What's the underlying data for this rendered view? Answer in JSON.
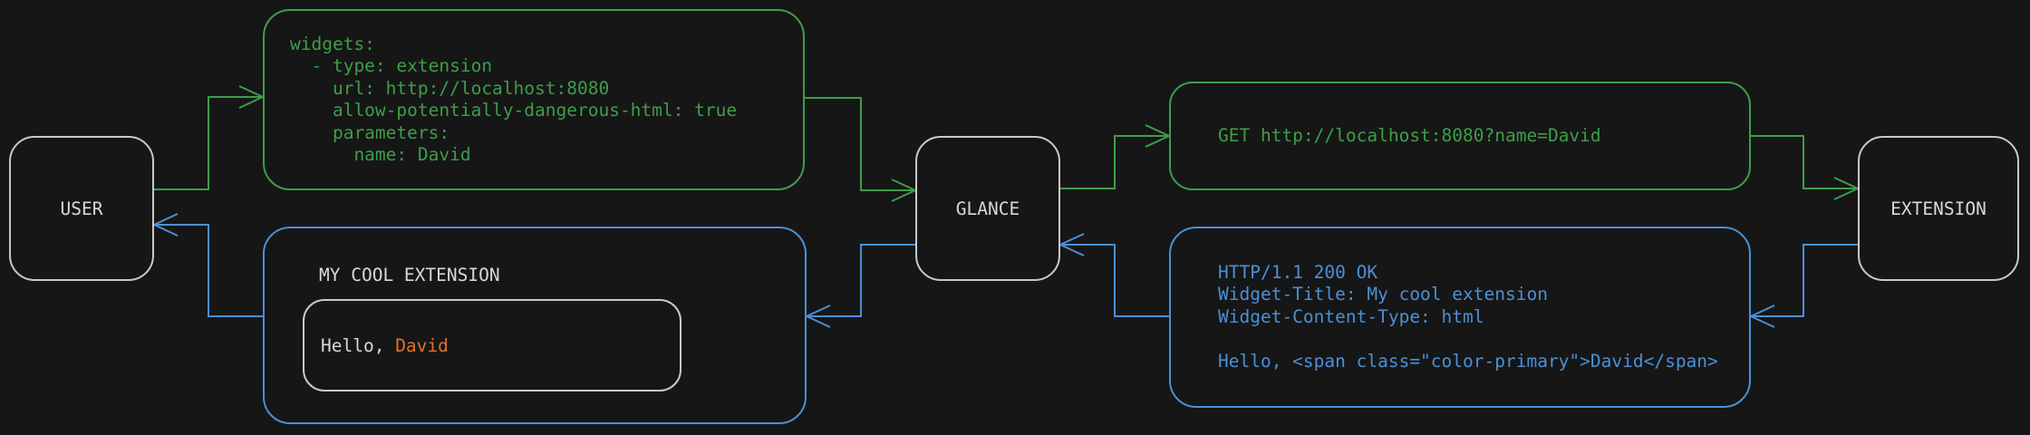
{
  "palette": {
    "background": "#161616",
    "green": "#3d9e49",
    "blue": "#4b90d5",
    "orange": "#e2712a",
    "node_border": "#c9c9c9",
    "text_light": "#d8d8d8"
  },
  "nodes": {
    "user": {
      "label": "USER"
    },
    "glance": {
      "label": "GLANCE"
    },
    "extension": {
      "label": "EXTENSION"
    }
  },
  "config_box": {
    "lines": [
      "widgets:",
      "  - type: extension",
      "    url: http://localhost:8080",
      "    allow-potentially-dangerous-html: true",
      "    parameters:",
      "      name: David"
    ]
  },
  "request_box": {
    "text": "GET http://localhost:8080?name=David"
  },
  "response_box": {
    "lines": [
      "HTTP/1.1 200 OK",
      "Widget-Title: My cool extension",
      "Widget-Content-Type: html",
      "",
      "Hello, <span class=\"color-primary\">David</span>"
    ]
  },
  "widget_box": {
    "title": "MY COOL EXTENSION",
    "greeting_prefix": "Hello, ",
    "greeting_name": "David"
  }
}
